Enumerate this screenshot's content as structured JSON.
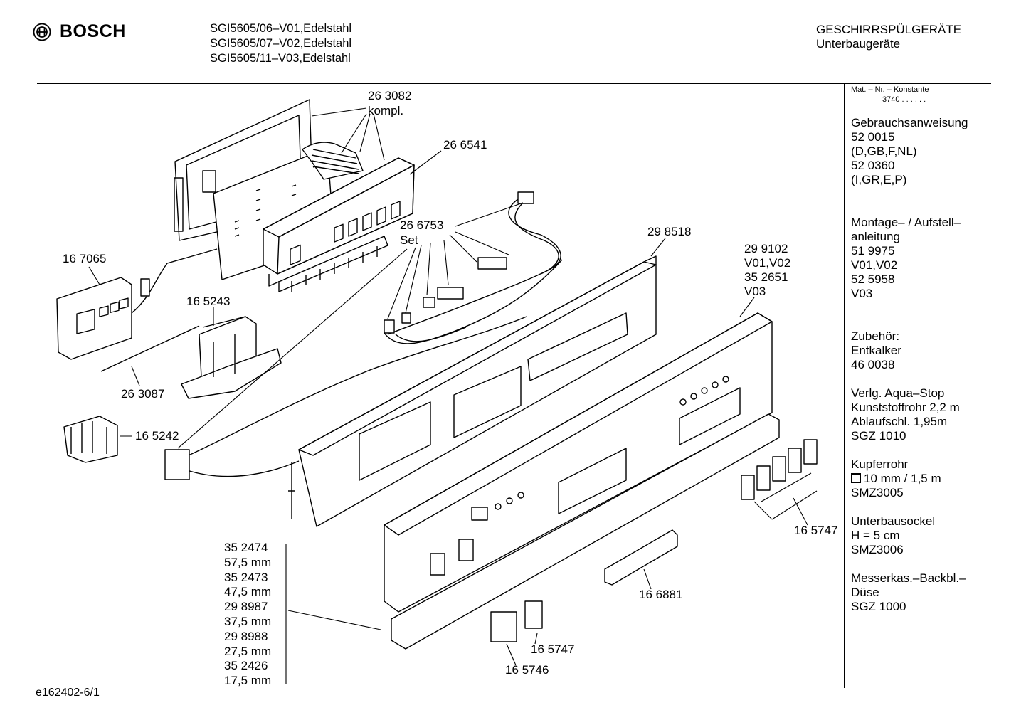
{
  "header": {
    "brand": "BOSCH",
    "models": [
      "SGI5605/06–V01,Edelstahl",
      "SGI5605/07–V02,Edelstahl",
      "SGI5605/11–V03,Edelstahl"
    ],
    "category_line1": "GESCHIRRSPÜLGERÄTE",
    "category_line2": "Unterbaugeräte"
  },
  "sidebar": {
    "konstante_label": "Mat. – Nr. – Konstante",
    "konstante_value": "3740 . .  . . . .",
    "groups": [
      [
        "Gebrauchsanweisung",
        "52 0015",
        "(D,GB,F,NL)",
        "52 0360",
        "(I,GR,E,P)"
      ],
      [
        "Montage– / Aufstell–",
        "anleitung",
        "51 9975",
        "V01,V02",
        "52 5958",
        "V03"
      ],
      [
        "Zubehör:",
        "Entkalker",
        "46 0038"
      ],
      [
        "Verlg. Aqua–Stop",
        "Kunststoffrohr 2,2 m",
        "Ablaufschl. 1,95m",
        "SGZ 1010"
      ],
      [
        "Kupferrohr",
        "10 mm / 1,5 m",
        "SMZ3005"
      ],
      [
        "Unterbausockel",
        "H = 5 cm",
        "SMZ3006"
      ],
      [
        "Messerkas.–Backbl.–",
        "Düse",
        "SGZ 1000"
      ]
    ]
  },
  "parts": {
    "p263082": "26 3082",
    "p263082_note": "kompl.",
    "p266541": "26 6541",
    "p266753": "26 6753",
    "p266753_note": "Set",
    "p298518": "29 8518",
    "p299102": "29 9102",
    "p299102_note": "V01,V02",
    "p352651": "35 2651",
    "p352651_note": "V03",
    "p167065": "16 7065",
    "p165243": "16 5243",
    "p263087": "26 3087",
    "p165242": "16 5242",
    "p165747a": "16 5747",
    "p166881": "16 6881",
    "p165747b": "16 5747",
    "p165746": "16 5746"
  },
  "lengths": [
    "35 2474",
    "57,5 mm",
    "35 2473",
    "47,5 mm",
    "29 8987",
    "37,5 mm",
    "29 8988",
    "27,5 mm",
    "35 2426",
    "17,5 mm"
  ],
  "footer": "e162402-6/1"
}
